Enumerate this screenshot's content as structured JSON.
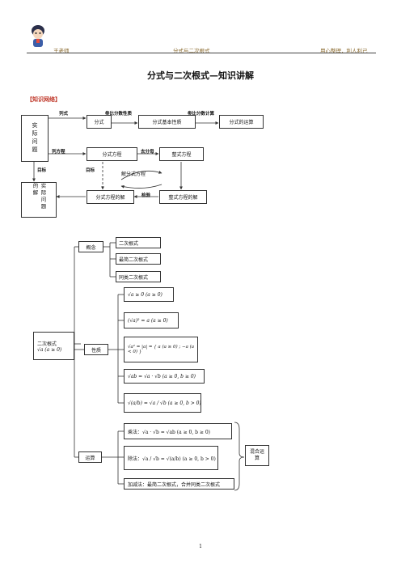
{
  "header": {
    "author": "王老师",
    "center": "分式与二次根式",
    "right": "用心整理，利人利己"
  },
  "title": "分式与二次根式—知识讲解",
  "section_label": "【知识网络】",
  "flow": {
    "real_problem": "实际问题",
    "real_problem_solution": "实际问题的解",
    "fraction": "分式",
    "fraction_basic": "分式基本性质",
    "fraction_ops": "分式的运算",
    "fraction_eq": "分式方程",
    "integral_eq": "整式方程",
    "fraction_eq_solution": "分式方程的解",
    "integral_eq_solution": "整式方程的解",
    "solve_fraction_eq": "解分式方程",
    "arrow_list": "列式",
    "arrow_class_nature": "类比分数性质",
    "arrow_class_calc": "类比分数计算",
    "arrow_list_eq": "列方程",
    "arrow_remove_denom": "去分母",
    "arrow_goal1": "目标",
    "arrow_goal2": "目标",
    "arrow_check": "检验"
  },
  "tree": {
    "root_title": "二次根式",
    "root_formula": "√a (a ≥ 0)",
    "concept": "概念",
    "concept_items": [
      "二次根式",
      "最简二次根式",
      "同类二次根式"
    ],
    "property": "性质",
    "property_items": [
      "√a ≥ 0 (a ≥ 0)",
      "(√a)² = a (a ≥ 0)",
      "√a² = |a| = { a (a ≥ 0) ; −a (a < 0) }",
      "√ab = √a · √b (a ≥ 0, b ≥ 0)",
      "√(a/b) = √a / √b (a ≥ 0, b > 0)"
    ],
    "operation": "运算",
    "operation_items": [
      "乘法：√a · √b = √ab (a ≥ 0, b ≥ 0)",
      "除法：√a / √b = √(a/b) (a ≥ 0, b > 0)",
      "加减法：最简二次根式，合并同类二次根式"
    ],
    "mixed": "混合运算"
  },
  "page_number": "1"
}
